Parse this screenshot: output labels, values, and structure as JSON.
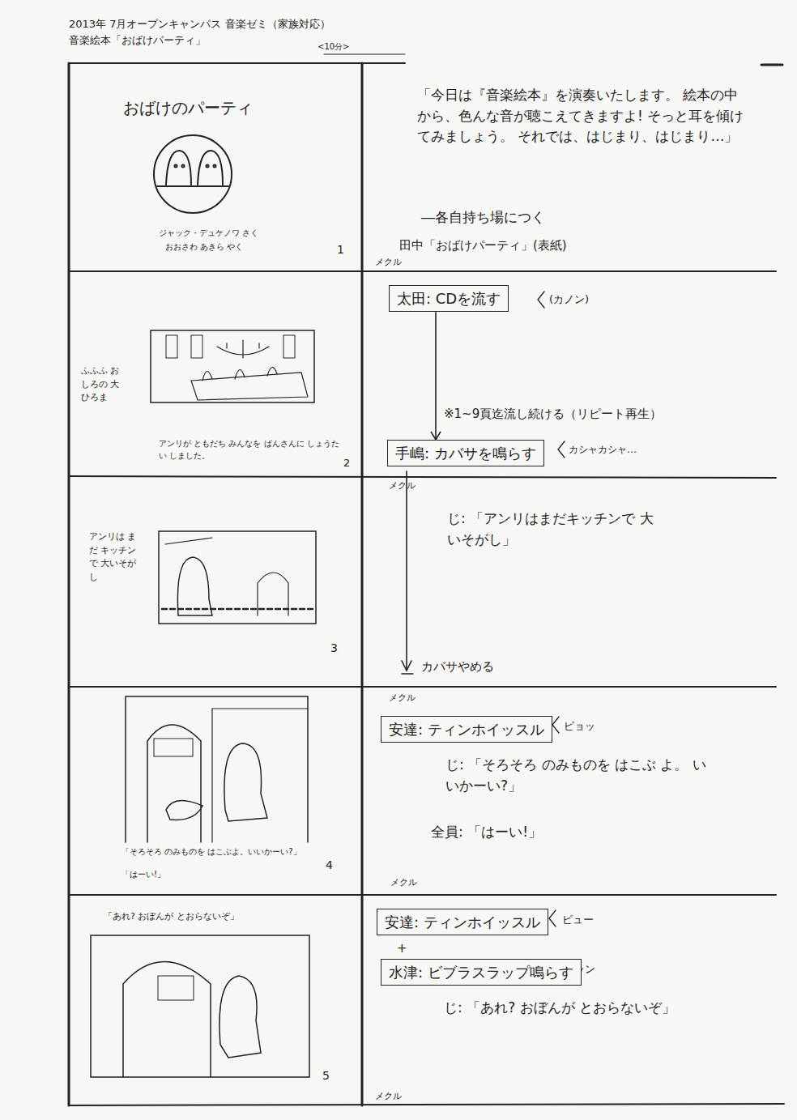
{
  "diagram": {
    "nodes": [
      {
        "text": [
          "太田: CDを流す"
        ]
      },
      {
        "text": [
          "手嶋: カバサを鳴らす"
        ]
      },
      {
        "text": [
          "安達: ティンホイッスル"
        ]
      },
      {
        "text": [
          "安達: ティンホイッスル"
        ]
      },
      {
        "text": [
          "水津: ビブラスラップ鳴らす"
        ]
      }
    ],
    "edges": [
      {
        "from": 0,
        "to": 1,
        "arrow": "to"
      }
    ],
    "labels": [
      "2013年 7月オープンキャンパス 音楽ゼミ（家族対応）",
      "音楽絵本「おばけパーティ」",
      "<10分>",
      "おばけのパーティ",
      "ジャック・デュケノワ さく",
      "おおさわ あきら やく",
      "1",
      "「今日は『音楽絵本』を演奏いたします。 絵本の中から、色んな音が聴こえてきますよ! そっと耳を傾けてみましょう。 それでは、はじまり、はじまり…」",
      "―各自持ち場につく",
      "田中「おばけパーティ」(表紙)",
      "メクル",
      "ふふふ おしろの 大ひろま",
      "アンリが ともだち みんなを ばんさんに しょうたい しました。",
      "2",
      "(カノン)",
      "※1~9頁迄流し続ける（リピート再生）",
      "カシャカシャ…",
      "メクル",
      "アンリは まだ キッチンで 大いそがし",
      "3",
      "じ: 「アンリはまだキッチンで 大いそがし」",
      "カバサやめる",
      "メクル",
      "ピョッ",
      "じ: 「そろそろ のみものを はこぶ よ。 いいかーい?」",
      "全員: 「はーい!」",
      "「そろそろ のみものを はこぶよ。いいかーい?」",
      "「はーい!」",
      "4",
      "メクル",
      "「あれ? おぼんが とおらないぞ」",
      "5",
      "ピュー",
      "+",
      "カッン",
      "じ: 「あれ? おぼんが とおらないぞ」",
      "メクル"
    ]
  }
}
